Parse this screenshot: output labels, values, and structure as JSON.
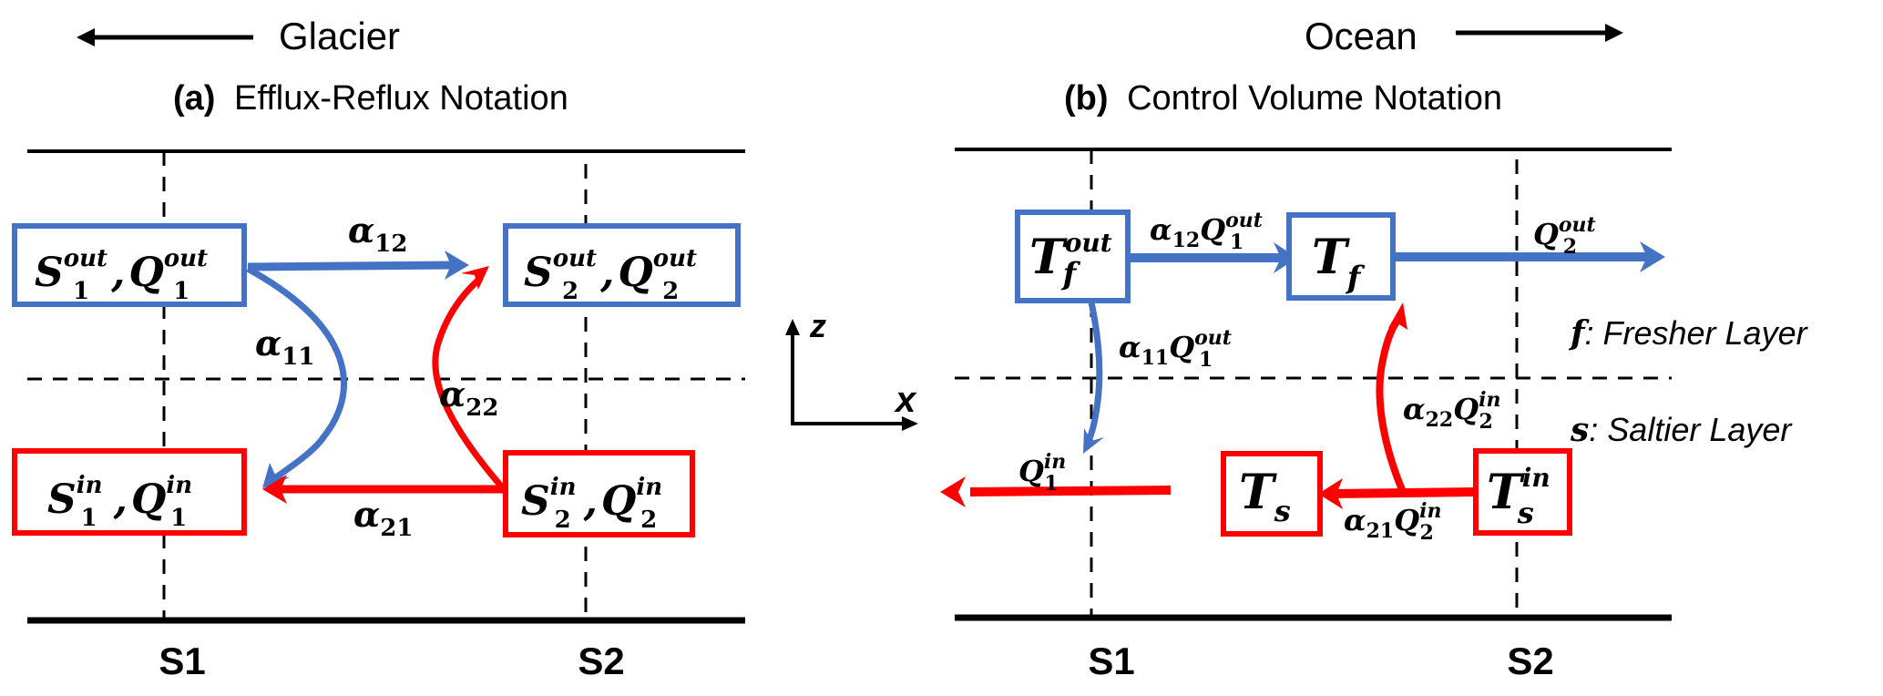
{
  "header": {
    "glacier_label": "Glacier",
    "ocean_label": "Ocean"
  },
  "panel_a": {
    "title_prefix": "(a)",
    "title": "Efflux-Reflux Notation",
    "stations": [
      "S1",
      "S2"
    ],
    "boxes": {
      "s1_out": {
        "S": "S",
        "sub": "1",
        "sup": "out",
        "Q": "Q"
      },
      "s2_out": {
        "S": "S",
        "sub": "2",
        "sup": "out",
        "Q": "Q"
      },
      "s1_in": {
        "S": "S",
        "sub": "1",
        "sup": "in",
        "Q": "Q"
      },
      "s2_in": {
        "S": "S",
        "sub": "2",
        "sup": "in",
        "Q": "Q"
      }
    },
    "arrows": {
      "a12": {
        "sym": "α",
        "sub": "12"
      },
      "a11": {
        "sym": "α",
        "sub": "11"
      },
      "a22": {
        "sym": "α",
        "sub": "22"
      },
      "a21": {
        "sym": "α",
        "sub": "21"
      }
    }
  },
  "axes": {
    "z_label": "z",
    "x_label": "x"
  },
  "panel_b": {
    "title_prefix": "(b)",
    "title": "Control Volume Notation",
    "stations": [
      "S1",
      "S2"
    ],
    "boxes": {
      "tf_out": {
        "T": "T",
        "sub": "f",
        "sup": "out"
      },
      "tf": {
        "T": "T",
        "sub": "f"
      },
      "ts": {
        "T": "T",
        "sub": "s"
      },
      "ts_in": {
        "T": "T",
        "sub": "s",
        "sup": "in"
      }
    },
    "arrows": {
      "a12q1out": {
        "alpha_sub": "12",
        "Q_sub": "1",
        "Q_sup": "out"
      },
      "q2out": {
        "Q_sub": "2",
        "Q_sup": "out"
      },
      "a11q1out": {
        "alpha_sub": "11",
        "Q_sub": "1",
        "Q_sup": "out"
      },
      "a22q2in": {
        "alpha_sub": "22",
        "Q_sub": "2",
        "Q_sup": "in"
      },
      "a21q2in": {
        "alpha_sub": "21",
        "Q_sub": "2",
        "Q_sup": "in"
      },
      "q1in": {
        "Q_sub": "1",
        "Q_sup": "in"
      }
    },
    "legend": {
      "f_symbol": "f",
      "f_text": ": Fresher Layer",
      "s_symbol": "s",
      "s_text": ": Saltier Layer"
    }
  },
  "colors": {
    "blue": "#4472C4",
    "red": "#FF0000",
    "black": "#000000"
  }
}
